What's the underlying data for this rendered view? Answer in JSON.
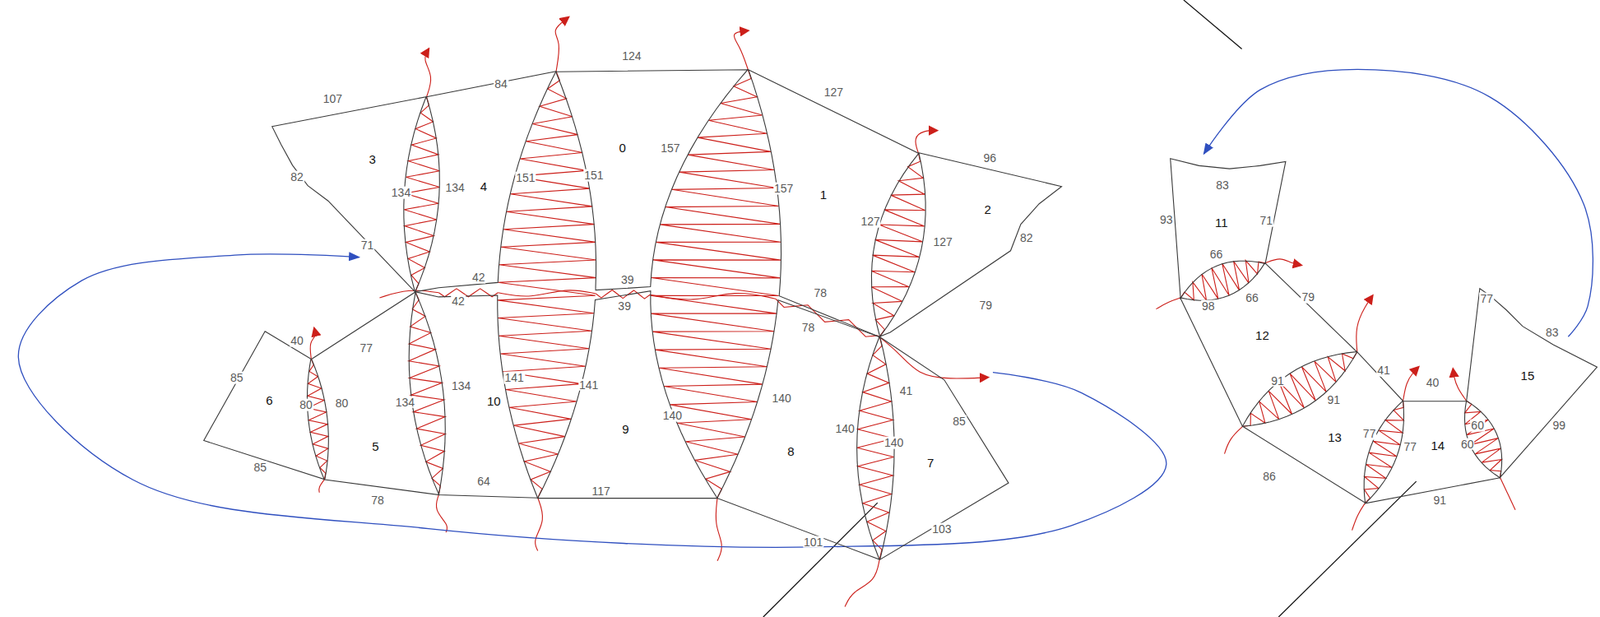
{
  "diagram": {
    "nodes": [
      {
        "text": [
          "3"
        ]
      },
      {
        "text": [
          "4"
        ]
      },
      {
        "text": [
          "0"
        ]
      },
      {
        "text": [
          "1"
        ]
      },
      {
        "text": [
          "2"
        ]
      },
      {
        "text": [
          "6"
        ]
      },
      {
        "text": [
          "5"
        ]
      },
      {
        "text": [
          "10"
        ]
      },
      {
        "text": [
          "9"
        ]
      },
      {
        "text": [
          "8"
        ]
      },
      {
        "text": [
          "7"
        ]
      },
      {
        "text": [
          "11"
        ]
      },
      {
        "text": [
          "12"
        ]
      },
      {
        "text": [
          "13"
        ]
      },
      {
        "text": [
          "14"
        ]
      },
      {
        "text": [
          "15"
        ]
      }
    ],
    "edges": [
      {
        "from": 10,
        "to": 0,
        "arrow": "to"
      },
      {
        "from": 15,
        "to": 11,
        "arrow": "to"
      }
    ],
    "labels": [
      "107",
      "82",
      "71",
      "134",
      "134",
      "84",
      "151",
      "42",
      "124",
      "151",
      "157",
      "39",
      "127",
      "157",
      "127",
      "78",
      "96",
      "82",
      "127",
      "79",
      "40",
      "85",
      "80",
      "85",
      "77",
      "80",
      "134",
      "78",
      "42",
      "141",
      "134",
      "64",
      "39",
      "141",
      "140",
      "117",
      "78",
      "140",
      "140",
      "101",
      "41",
      "85",
      "140",
      "103",
      "83",
      "93",
      "71",
      "66",
      "66",
      "98",
      "79",
      "91",
      "91",
      "41",
      "77",
      "86",
      "40",
      "77",
      "60",
      "91",
      "77",
      "83",
      "60",
      "99"
    ]
  }
}
